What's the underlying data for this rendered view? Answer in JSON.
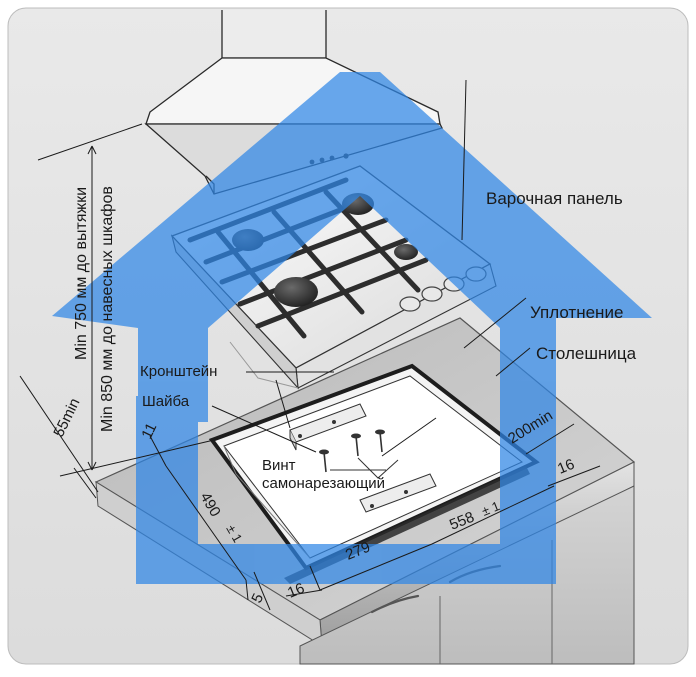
{
  "labels": {
    "hob": "Варочная панель",
    "seal": "Уплотнение",
    "countertop": "Столешница",
    "bracket": "Кронштейн",
    "washer": "Шайба",
    "screw_line1": "Винт",
    "screw_line2": "самонарезающий",
    "hood_distance_line1": "Min 750 мм до вытяжки",
    "hood_distance_line2": "Min 850 мм до навесных шкафов"
  },
  "dimensions": {
    "thickness_min": "55min",
    "edge_top": "11",
    "depth": "490",
    "depth_tol": "± 1",
    "offset_width": "279",
    "width": "558",
    "width_tol": "± 1",
    "front_gap": "5",
    "front_margin": "16",
    "side_margin": "16",
    "back_min": "200min"
  },
  "colors": {
    "accent_overlay": "#2f86e6",
    "line": "#1a1a1a",
    "counter_top": "#c9c9c9",
    "counter_edge": "#9a9a9a",
    "cutout_border": "#222222",
    "hob_panel": "#f2f2f2",
    "burner": "#3b3b3b"
  },
  "icons": {
    "overlay": "house-shape",
    "burners": "gas-burner-icon",
    "knobs": "control-knob-icon"
  }
}
